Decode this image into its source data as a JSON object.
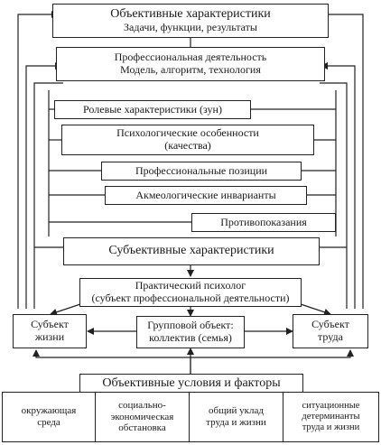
{
  "objective": {
    "title": "Объективные характеристики",
    "subtitle": "Задачи, функции, результаты"
  },
  "activity": {
    "title": "Профессиональная деятельность",
    "subtitle": "Модель, алгоритм, технология"
  },
  "inner_boxes": [
    {
      "lines": [
        "Ролевые характеристики (зун)"
      ]
    },
    {
      "lines": [
        "Психологические особенности",
        "(качества)"
      ]
    },
    {
      "lines": [
        "Профессиональные позиции"
      ]
    },
    {
      "lines": [
        "Акмеологические инварианты"
      ]
    },
    {
      "lines": [
        "Противопоказания"
      ]
    }
  ],
  "subjective": {
    "title": "Субъективные характеристики"
  },
  "psychologist": {
    "line1": "Практический психолог",
    "line2": "(субъект профессиональной деятельности)"
  },
  "subject_life": {
    "line1": "Субъект",
    "line2": "жизни"
  },
  "group_object": {
    "line1": "Групповой объект:",
    "line2": "коллектив (семья)"
  },
  "subject_work": {
    "line1": "Субъект",
    "line2": "труда"
  },
  "conditions": {
    "title": "Объективные условия и факторы"
  },
  "factors": [
    {
      "lines": [
        "окружающая",
        "среда"
      ]
    },
    {
      "lines": [
        "социально-",
        "экономическая",
        "обстановка"
      ]
    },
    {
      "lines": [
        "общий уклад",
        "труда и жизни"
      ]
    },
    {
      "lines": [
        "ситуационные",
        "детерминанты",
        "труда и жизни"
      ]
    }
  ]
}
